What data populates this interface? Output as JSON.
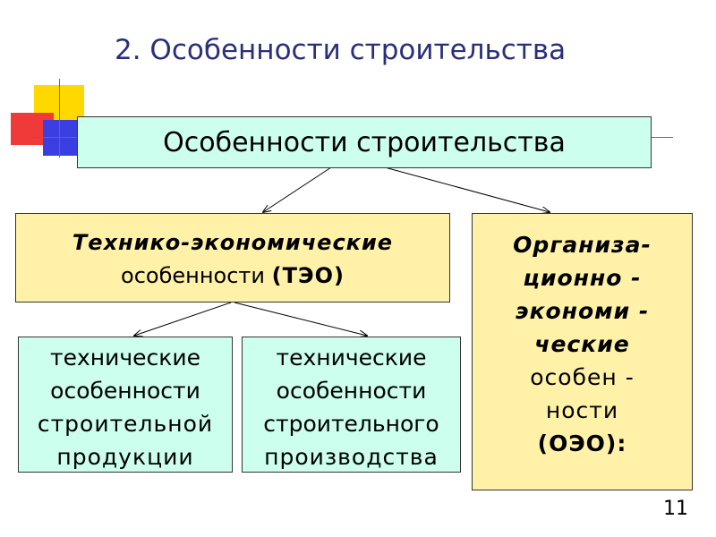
{
  "slide": {
    "title": "2. Особенности строительства",
    "page_number": "11"
  },
  "diagram": {
    "root": "Особенности строительства",
    "teo": {
      "line1": "Технико-экономические",
      "line2_plain": "особенности ",
      "line2_bold": "(ТЭО)"
    },
    "oeo": {
      "lines": [
        "Организа-",
        "ционно -",
        "экономи -",
        "ческие",
        "особен -",
        "ности",
        "(ОЭО):"
      ]
    },
    "tech_product": {
      "lines": [
        "технические",
        "особенности",
        "строительной",
        "продукции"
      ]
    },
    "tech_production": {
      "lines": [
        "технические",
        "особенности",
        "строительного",
        "производства"
      ]
    }
  },
  "colors": {
    "title": "#2a2f7a",
    "box_mint": "#ccffee",
    "box_yellow": "#fff2a8",
    "deco_yellow": "#ffd800",
    "deco_red": "#f03a3a",
    "deco_blue": "#3b3ee0"
  }
}
